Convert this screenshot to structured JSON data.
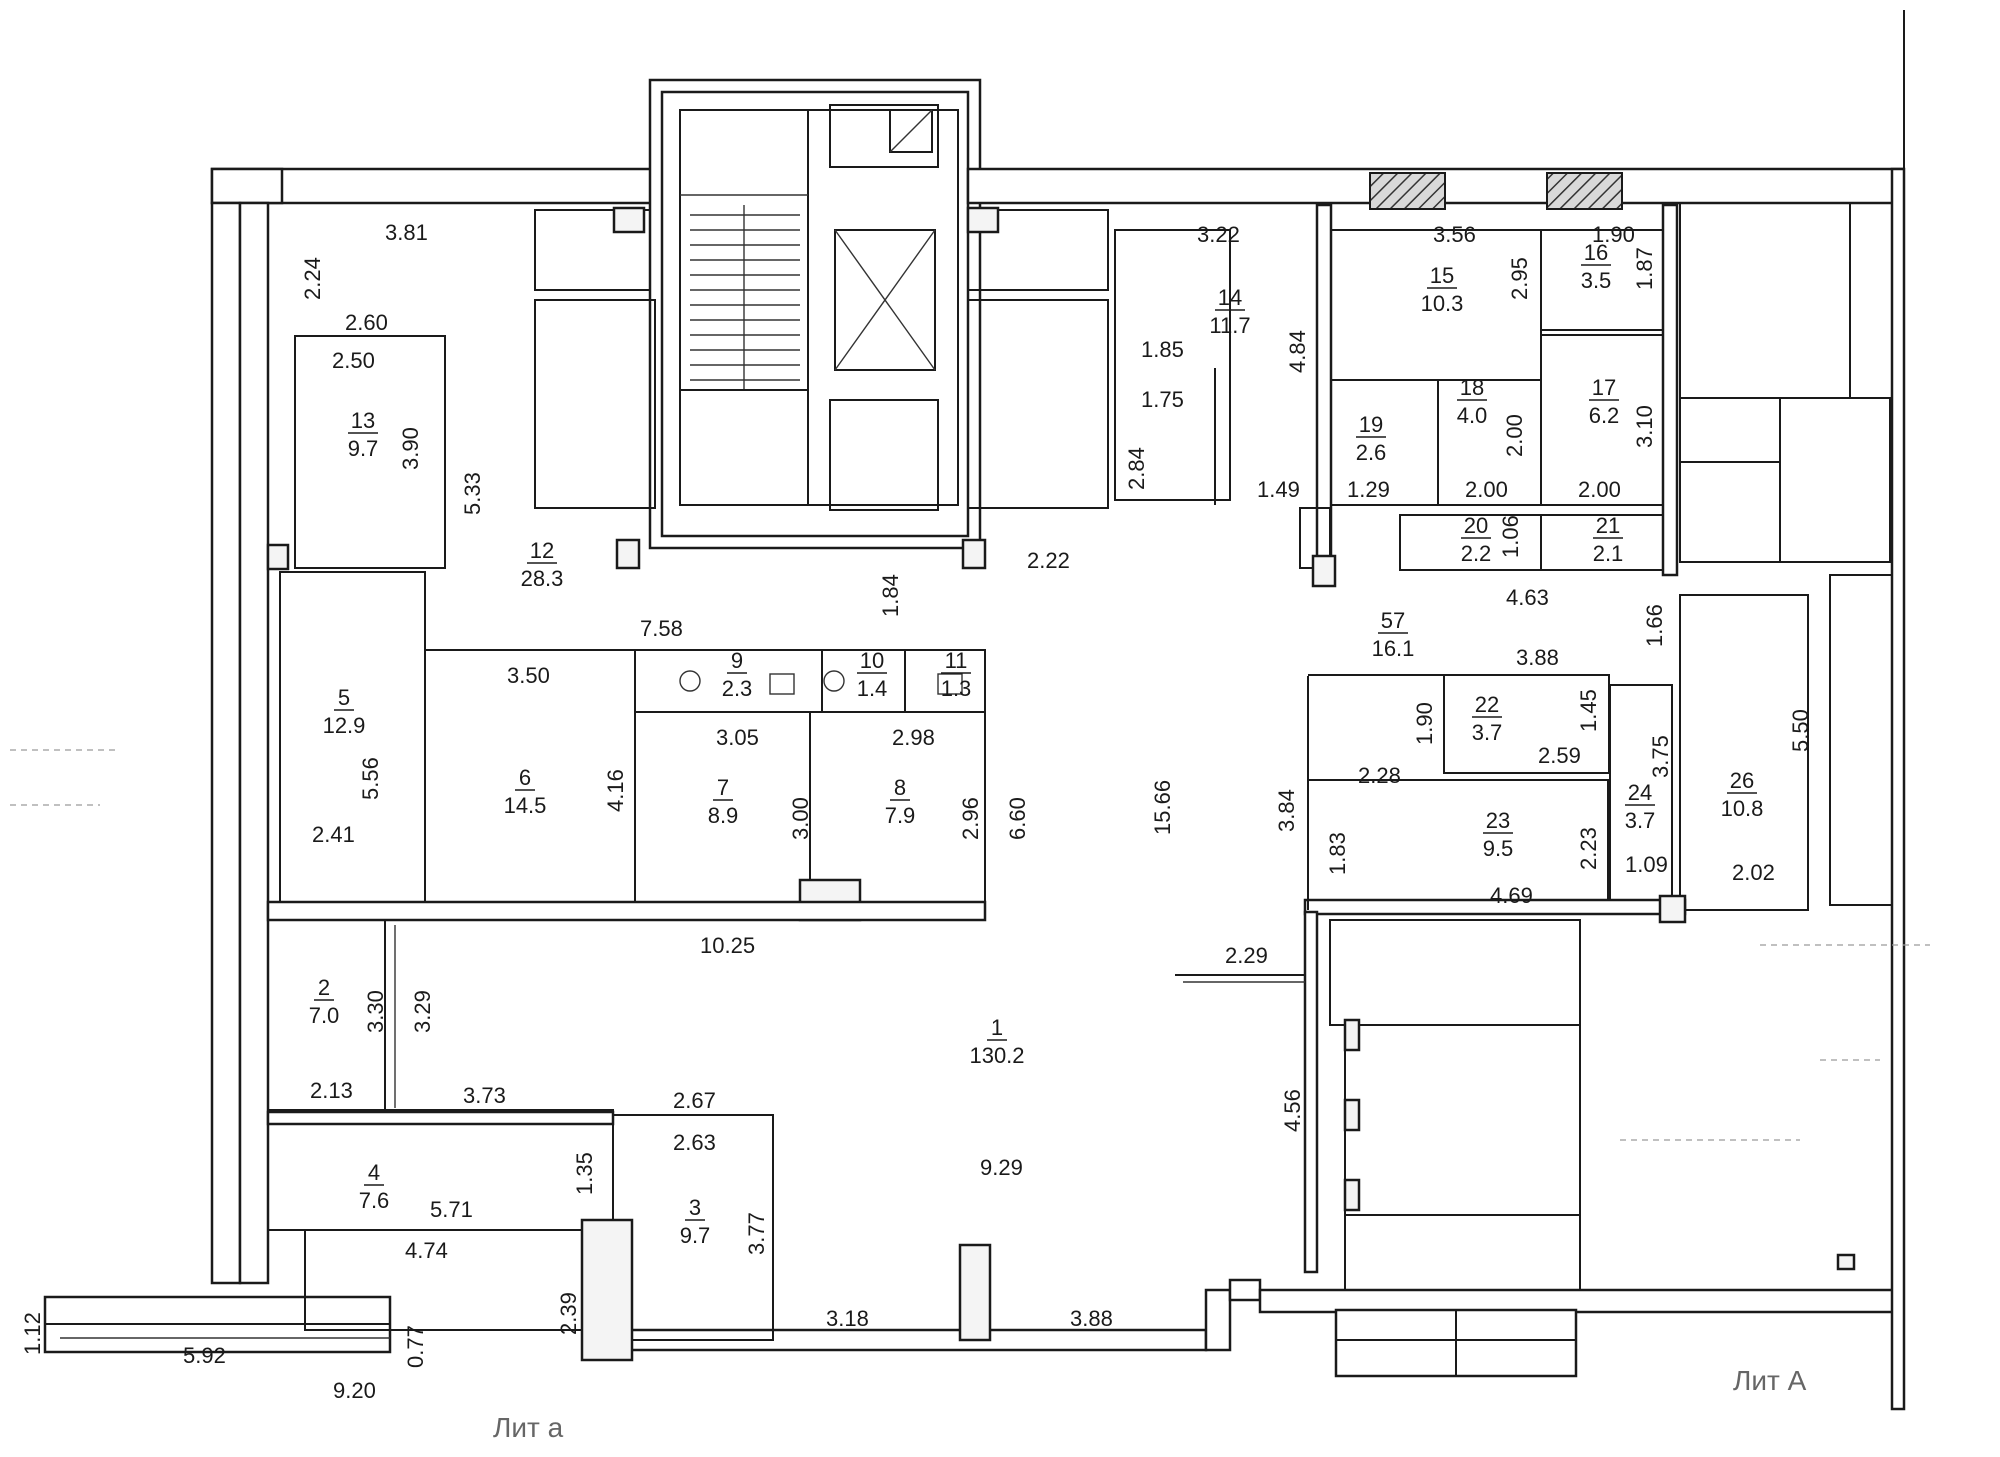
{
  "rooms": [
    {
      "id": "r1",
      "num": "1",
      "area": "130.2"
    },
    {
      "id": "r2",
      "num": "2",
      "area": "7.0"
    },
    {
      "id": "r3",
      "num": "3",
      "area": "9.7"
    },
    {
      "id": "r4",
      "num": "4",
      "area": "7.6"
    },
    {
      "id": "r5",
      "num": "5",
      "area": "12.9"
    },
    {
      "id": "r6",
      "num": "6",
      "area": "14.5"
    },
    {
      "id": "r7",
      "num": "7",
      "area": "8.9"
    },
    {
      "id": "r8",
      "num": "8",
      "area": "7.9"
    },
    {
      "id": "r9",
      "num": "9",
      "area": "2.3"
    },
    {
      "id": "r10",
      "num": "10",
      "area": "1.4"
    },
    {
      "id": "r11",
      "num": "11",
      "area": "1.3"
    },
    {
      "id": "r12",
      "num": "12",
      "area": "28.3"
    },
    {
      "id": "r13",
      "num": "13",
      "area": "9.7"
    },
    {
      "id": "r14",
      "num": "14",
      "area": "11.7"
    },
    {
      "id": "r15",
      "num": "15",
      "area": "10.3"
    },
    {
      "id": "r16",
      "num": "16",
      "area": "3.5"
    },
    {
      "id": "r17",
      "num": "17",
      "area": "6.2"
    },
    {
      "id": "r18",
      "num": "18",
      "area": "4.0"
    },
    {
      "id": "r19",
      "num": "19",
      "area": "2.6"
    },
    {
      "id": "r20",
      "num": "20",
      "area": "2.2"
    },
    {
      "id": "r21",
      "num": "21",
      "area": "2.1"
    },
    {
      "id": "r22",
      "num": "22",
      "area": "3.7"
    },
    {
      "id": "r23",
      "num": "23",
      "area": "9.5"
    },
    {
      "id": "r24",
      "num": "24",
      "area": "3.7"
    },
    {
      "id": "r26",
      "num": "26",
      "area": "10.8"
    },
    {
      "id": "r57",
      "num": "57",
      "area": "16.1"
    }
  ],
  "dimensions": {
    "d_381": "3.81",
    "d_224": "2.24",
    "d_260": "2.60",
    "d_250": "2.50",
    "d_390": "3.90",
    "d_533": "5.33",
    "d_758": "7.58",
    "d_350": "3.50",
    "d_556": "5.56",
    "d_241": "2.41",
    "d_416": "4.16",
    "d_305": "3.05",
    "d_300": "3.00",
    "d_298": "2.98",
    "d_296": "2.96",
    "d_660": "6.60",
    "d_184": "1.84",
    "d_284": "2.84",
    "d_222": "2.22",
    "d_185": "1.85",
    "d_175": "1.75",
    "d_322": "3.22",
    "d_484": "4.84",
    "d_149": "1.49",
    "d_356": "3.56",
    "d_295": "2.95",
    "d_190a": "1.90",
    "d_187": "1.87",
    "d_200a": "2.00",
    "d_200b": "2.00",
    "d_200c": "2.00",
    "d_310": "3.10",
    "d_129": "1.29",
    "d_106": "1.06",
    "d_463": "4.63",
    "d_166": "1.66",
    "d_388a": "3.88",
    "d_190b": "1.90",
    "d_145": "1.45",
    "d_259": "2.59",
    "d_375": "3.75",
    "d_550": "5.50",
    "d_228": "2.28",
    "d_384": "3.84",
    "d_183": "1.83",
    "d_223": "2.23",
    "d_109": "1.09",
    "d_202": "2.02",
    "d_469": "4.69",
    "d_1566": "15.66",
    "d_1025": "10.25",
    "d_229": "2.29",
    "d_330": "3.30",
    "d_329": "3.29",
    "d_213": "2.13",
    "d_373": "3.73",
    "d_267": "2.67",
    "d_263": "2.63",
    "d_135": "1.35",
    "d_571": "5.71",
    "d_474": "4.74",
    "d_377": "3.77",
    "d_929": "9.29",
    "d_456": "4.56",
    "d_239": "2.39",
    "d_318": "3.18",
    "d_388b": "3.88",
    "d_077": "0.77",
    "d_112": "1.12",
    "d_592": "5.92",
    "d_920": "9.20"
  },
  "labels": {
    "lit_a_lower": "Лит а",
    "lit_a_upper": "Лит А"
  }
}
